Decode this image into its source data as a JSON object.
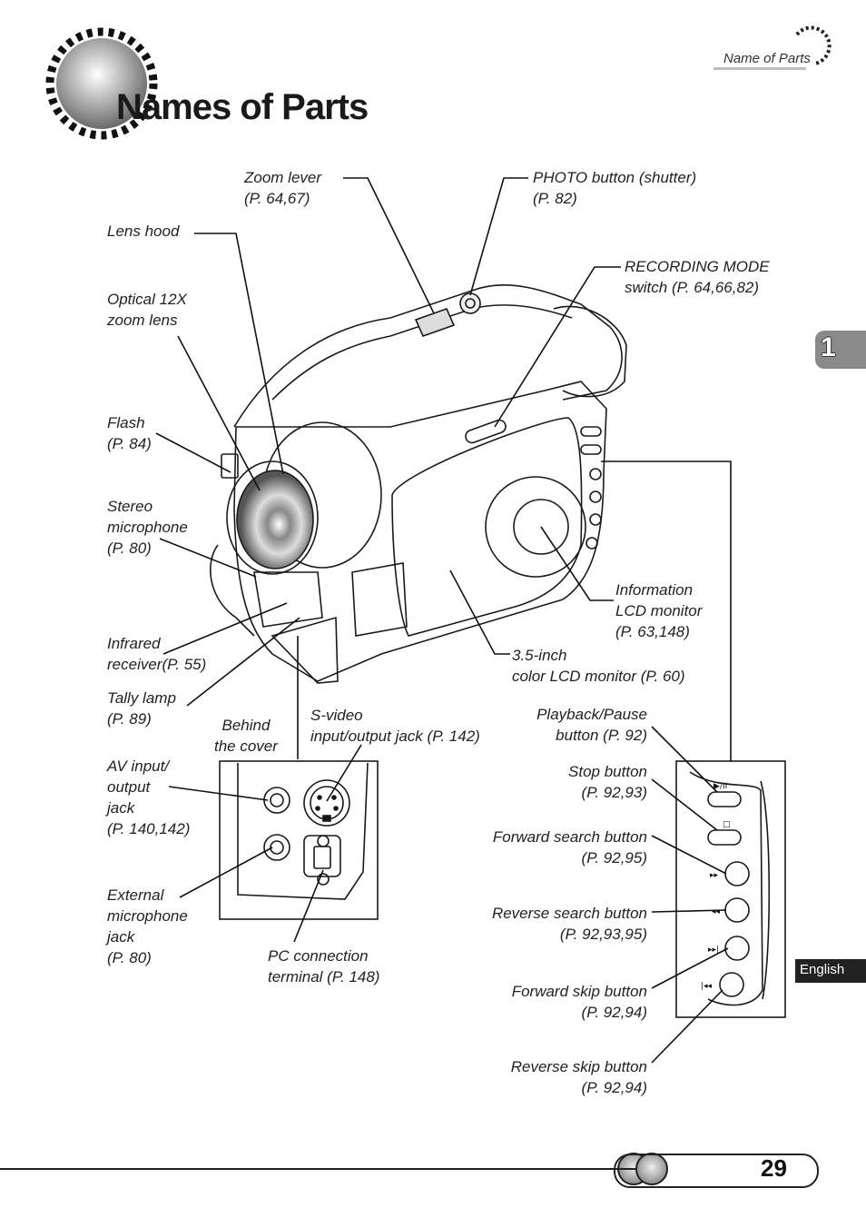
{
  "header": {
    "section_label": "Name of Parts"
  },
  "title": "Names of Parts",
  "chapter_tab": {
    "number": "1"
  },
  "language_tab": "English",
  "page_number": "29",
  "labels": {
    "zoom_lever": "Zoom lever\n(P. 64,67)",
    "photo_button": "PHOTO button (shutter)\n(P. 82)",
    "lens_hood": "Lens hood",
    "recording_mode": "RECORDING MODE\nswitch (P. 64,66,82)",
    "optical_zoom": "Optical 12X\nzoom lens",
    "flash": "Flash\n(P. 84)",
    "stereo_mic": "Stereo\nmicrophone\n(P. 80)",
    "info_lcd": "Information\nLCD monitor\n(P. 63,148)",
    "infrared": "Infrared\nreceiver(P. 55)",
    "color_lcd": "3.5-inch\ncolor LCD monitor (P. 60)",
    "tally_lamp": "Tally lamp\n(P. 89)",
    "behind_cover": "Behind\nthe cover",
    "svideo": "S-video\ninput/output jack (P. 142)",
    "playback_pause": "Playback/Pause\nbutton (P. 92)",
    "av_jack": "AV input/\noutput\njack\n(P. 140,142)",
    "stop_button": "Stop button\n(P. 92,93)",
    "forward_search": "Forward search button\n(P. 92,95)",
    "external_mic": "External\nmicrophone\njack\n(P. 80)",
    "reverse_search": "Reverse search button\n(P. 92,93,95)",
    "pc_terminal": "PC connection\nterminal (P. 148)",
    "forward_skip": "Forward skip button\n(P. 92,94)",
    "reverse_skip": "Reverse skip button\n(P. 92,94)"
  }
}
